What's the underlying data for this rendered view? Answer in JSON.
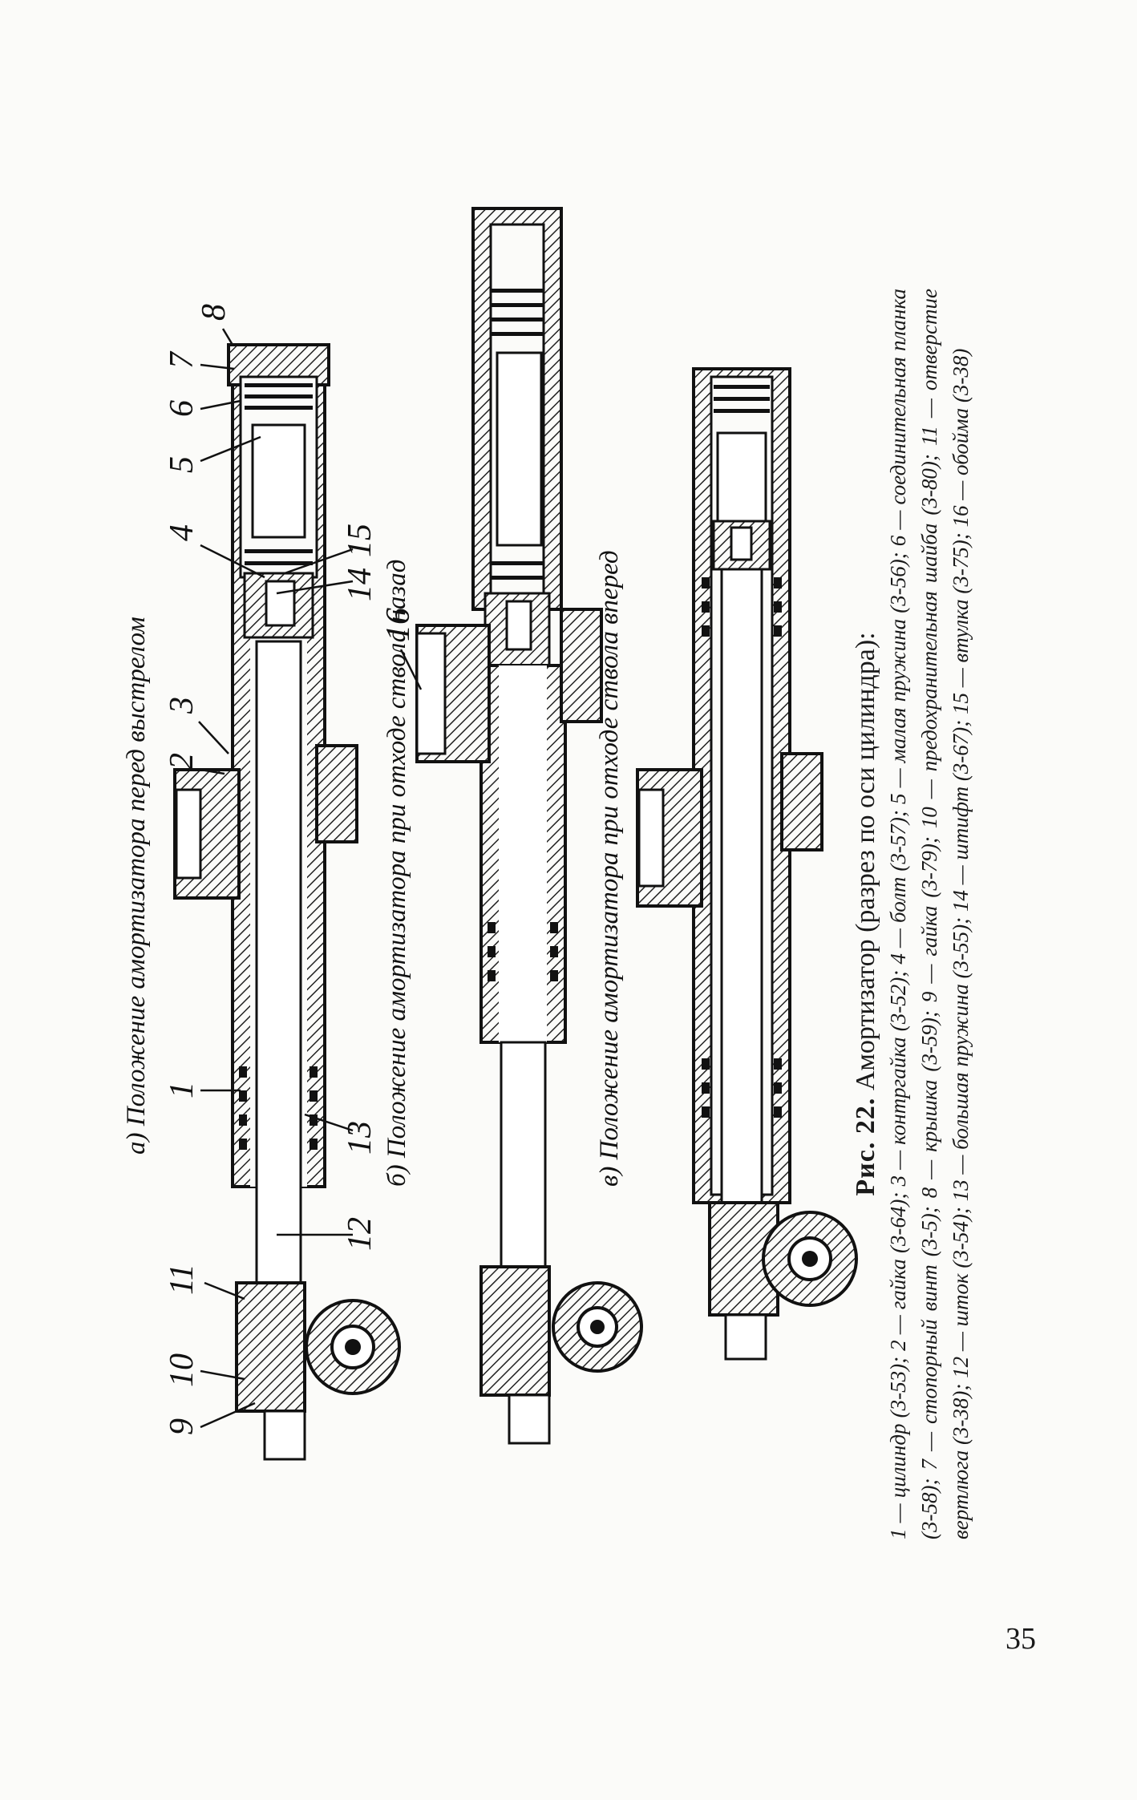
{
  "figure": {
    "fig_label": "Рис. 22.",
    "title": "Амортизатор (разрез по оси цилиндра):",
    "legend": "1 — цилиндр (3-53); 2 — гайка (3-64); 3 — контргайка (3-52); 4 — болт (3-57); 5 — малая пружина (3-56); 6 — соединительная планка (3-58); 7 — стопорный винт (3-5); 8 — крышка (3-59); 9 — гайка (3-79); 10 — предохранительная шайба (3-80); 11 — отверстие вертлюга (3-38); 12 — шток (3-54); 13 — большая пружина (3-55); 14 — штифт (3-67); 15 — втулка (3-75); 16 — обойма (3-38)"
  },
  "positions": {
    "a": "а) Положение амортизатора перед выстрелом",
    "b": "б) Положение амортизатора при отходе ствола назад",
    "c": "в) Положение амортизатора при отходе ствола вперед"
  },
  "callouts": {
    "n1": "1",
    "n2": "2",
    "n3": "3",
    "n4": "4",
    "n5": "5",
    "n6": "6",
    "n7": "7",
    "n8": "8",
    "n9": "9",
    "n10": "10",
    "n11": "11",
    "n12": "12",
    "n13": "13",
    "n14": "14",
    "n15": "15",
    "n16": "16"
  },
  "page_number": "35"
}
